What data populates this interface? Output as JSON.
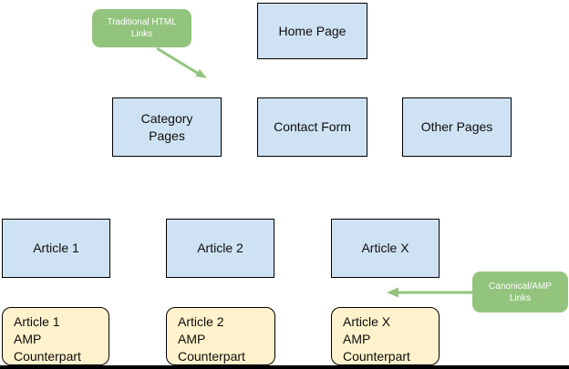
{
  "colors": {
    "node-fill": "#cfe2f3",
    "node-border": "#000000",
    "amp-fill": "#fff2cc",
    "callout-fill": "#93c47d",
    "callout-text": "#ffffff",
    "arrow-color": "#93c47d",
    "text-color": "#0d0d0d",
    "footer-bar": "#000000"
  },
  "diagram": {
    "nodes": {
      "home_page": {
        "label": "Home Page"
      },
      "category_pages": {
        "label": "Category\nPages"
      },
      "contact_form": {
        "label": "Contact Form"
      },
      "other_pages": {
        "label": "Other Pages"
      },
      "article_1": {
        "label": "Article 1"
      },
      "article_2": {
        "label": "Article 2"
      },
      "article_x": {
        "label": "Article X"
      },
      "article_1_amp": {
        "label": "Article 1\nAMP\nCounterpart"
      },
      "article_2_amp": {
        "label": "Article 2\nAMP\nCounterpart"
      },
      "article_x_amp": {
        "label": "Article X\nAMP\nCounterpart"
      }
    },
    "callouts": {
      "traditional_html_links": {
        "label": "Traditional HTML\nLinks"
      },
      "canonical_amp_links": {
        "label": "Canonical/AMP\nLinks"
      }
    }
  }
}
